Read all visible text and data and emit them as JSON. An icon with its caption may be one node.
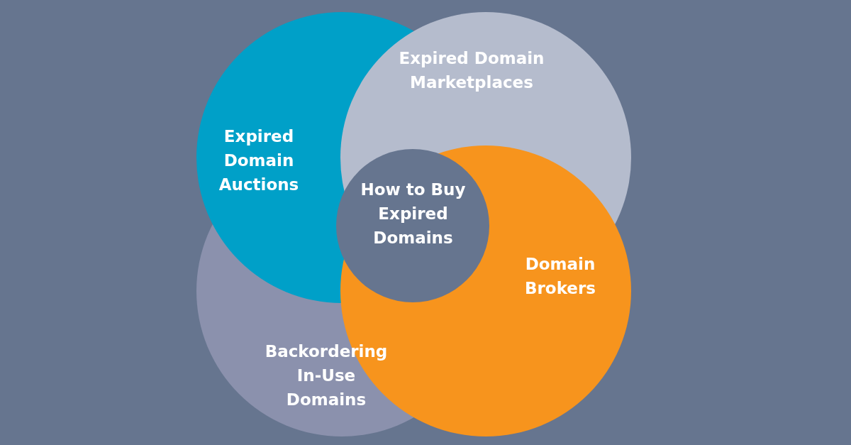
{
  "diagram": {
    "nodes": [
      {
        "text": [
          "Expired Domain Marketplaces"
        ]
      },
      {
        "text": [
          "Expired Domain Auctions"
        ]
      },
      {
        "text": [
          "How to Buy Expired Domains"
        ]
      },
      {
        "text": [
          "Domain Brokers"
        ]
      },
      {
        "text": [
          "Backordering In-Use Domains"
        ]
      }
    ],
    "edges": []
  }
}
